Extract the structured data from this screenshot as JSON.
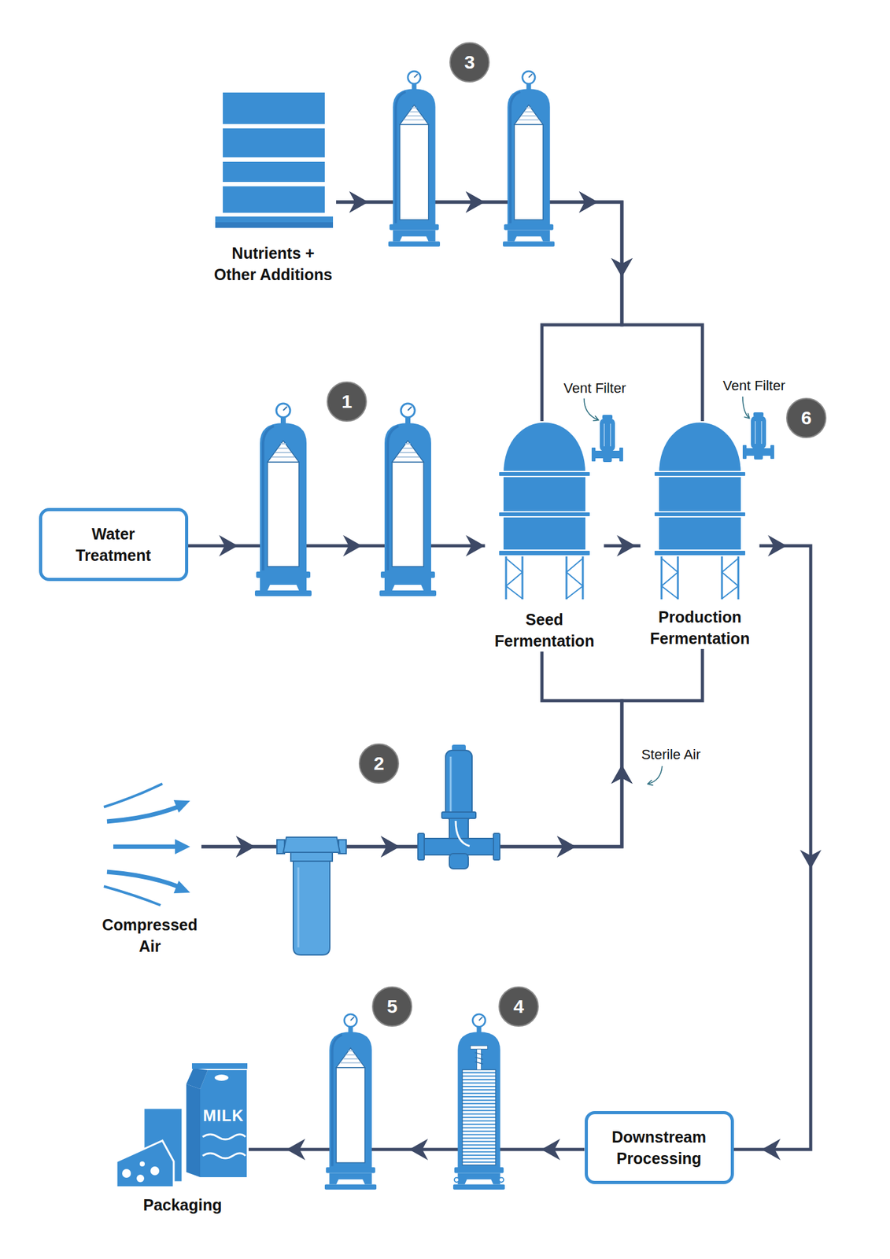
{
  "diagram": {
    "nodes": [
      {
        "text": [
          "Nutrients + Other Additions"
        ]
      },
      {
        "text": [
          "Water Treatment"
        ]
      },
      {
        "text": [
          "Seed Fermentation"
        ]
      },
      {
        "text": [
          "Production Fermentation"
        ]
      },
      {
        "text": [
          "Compressed Air"
        ]
      },
      {
        "text": [
          "Downstream Processing"
        ]
      },
      {
        "text": [
          "Packaging"
        ]
      }
    ],
    "edges": [
      {
        "from": 0,
        "to": 2,
        "arrow": "to"
      },
      {
        "from": 0,
        "to": 3,
        "arrow": "to"
      },
      {
        "from": 1,
        "to": 2,
        "arrow": "to"
      },
      {
        "from": 2,
        "to": 3,
        "arrow": "to"
      },
      {
        "from": 3,
        "to": 5,
        "arrow": "to"
      },
      {
        "from": 4,
        "to": 2,
        "arrow": "to"
      },
      {
        "from": 4,
        "to": 3,
        "arrow": "to"
      },
      {
        "from": 5,
        "to": 6,
        "arrow": "to"
      }
    ],
    "labels": [
      "3",
      "1",
      "Vent Filter",
      "Vent Filter",
      "6",
      "2",
      "Sterile Air",
      "5",
      "4",
      "MILK"
    ]
  }
}
